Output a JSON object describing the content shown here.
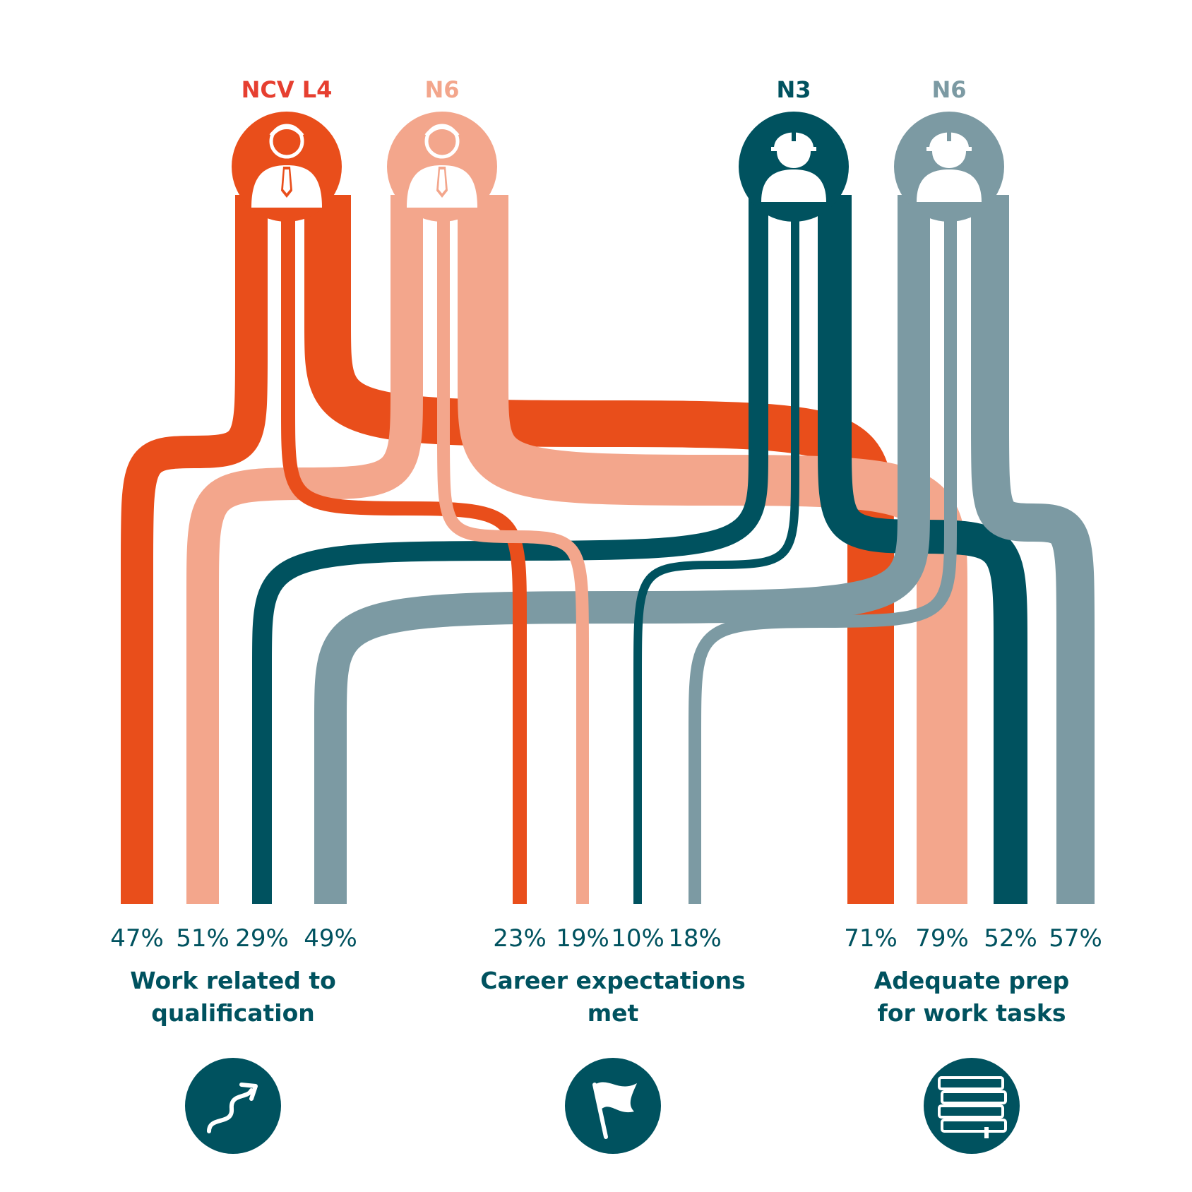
{
  "colors": {
    "orange": "#E94E1B",
    "salmon": "#F3A68C",
    "teal": "#00525F",
    "gray": "#7C9AA3",
    "icon_red": "#E63F30",
    "label_teal": "#00525F",
    "white": "#FFFFFF"
  },
  "chart_data": {
    "type": "sankey",
    "title": "",
    "groups": [
      {
        "name": "NCV L4",
        "color": "#E63F30",
        "icon": "businessman-icon"
      },
      {
        "name": "N6",
        "color": "#F3A68C",
        "icon": "businessman-icon"
      },
      {
        "name": "N3",
        "color": "#00525F",
        "icon": "hardhat-worker-icon"
      },
      {
        "name": "N6",
        "color": "#7C9AA3",
        "icon": "hardhat-worker-icon"
      }
    ],
    "categories": [
      {
        "label": "Work related to qualification",
        "label_lines": [
          "Work related to",
          "qualification"
        ],
        "icon": "winding-arrow-icon",
        "values": [
          "47%",
          "51%",
          "29%",
          "49%"
        ]
      },
      {
        "label": "Career expectations met",
        "label_lines": [
          "Career expectations",
          "met"
        ],
        "icon": "flag-icon",
        "values": [
          "23%",
          "19%",
          "10%",
          "18%"
        ]
      },
      {
        "label": "Adequate prep for work tasks",
        "label_lines": [
          "Adequate prep",
          "for work tasks"
        ],
        "icon": "books-icon",
        "values": [
          "71%",
          "79%",
          "52%",
          "57%"
        ]
      }
    ]
  }
}
